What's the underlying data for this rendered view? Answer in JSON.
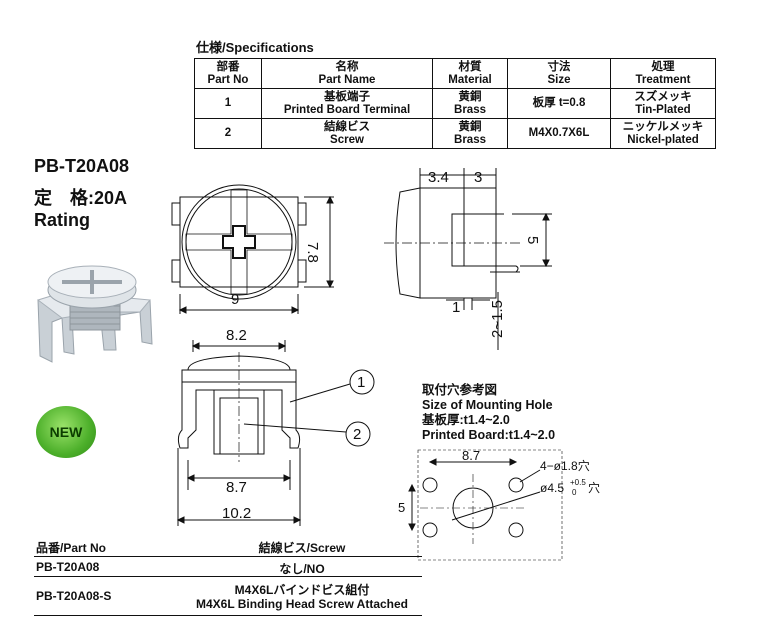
{
  "spec": {
    "title": "仕様/Specifications",
    "headers": [
      {
        "jp": "部番",
        "en": "Part No"
      },
      {
        "jp": "名称",
        "en": "Part Name"
      },
      {
        "jp": "材質",
        "en": "Material"
      },
      {
        "jp": "寸法",
        "en": "Size"
      },
      {
        "jp": "処理",
        "en": "Treatment"
      }
    ],
    "rows": [
      {
        "no": "1",
        "name_jp": "基板端子",
        "name_en": "Printed Board Terminal",
        "mat_jp": "黄銅",
        "mat_en": "Brass",
        "size": "板厚 t=0.8",
        "treat_jp": "スズメッキ",
        "treat_en": "Tin-Plated"
      },
      {
        "no": "2",
        "name_jp": "結線ビス",
        "name_en": "Screw",
        "mat_jp": "黄銅",
        "mat_en": "Brass",
        "size": "M4X0.7X6L",
        "treat_jp": "ニッケルメッキ",
        "treat_en": "Nickel-plated"
      }
    ]
  },
  "product": {
    "model": "PB-T20A08",
    "rating_jp": "定　格:20A",
    "rating_en": "Rating",
    "badge": "NEW"
  },
  "drawings": {
    "front_width": "9",
    "front_height": "7.8",
    "side_top_a": "3.4",
    "side_top_b": "3",
    "side_height": "5",
    "side_bottom_a": "1",
    "side_bottom_b": "2~1.5",
    "lower_top": "8.2",
    "lower_mid": "8.7",
    "lower_bottom": "10.2",
    "callout_1": "1",
    "callout_2": "2"
  },
  "mounting": {
    "title_jp": "取付穴参考図",
    "title_en": "Size of Mounting Hole",
    "board_jp": "基板厚:t1.4~2.0",
    "board_en": "Printed Board:t1.4~2.0",
    "width": "8.7",
    "height": "5",
    "hole_small": "4−ø1.8穴",
    "hole_large": "ø4.5",
    "tol_upper": "+0.5",
    "tol_lower": "0",
    "hole_suffix": "穴"
  },
  "parts": {
    "header_no": "品番/Part No",
    "header_screw": "結線ビス/Screw",
    "rows": [
      {
        "no": "PB-T20A08",
        "screw": "なし/NO"
      },
      {
        "no": "PB-T20A08-S",
        "screw_jp": "M4X6Lバインドビス組付",
        "screw_en": "M4X6L Binding Head Screw Attached"
      }
    ]
  }
}
